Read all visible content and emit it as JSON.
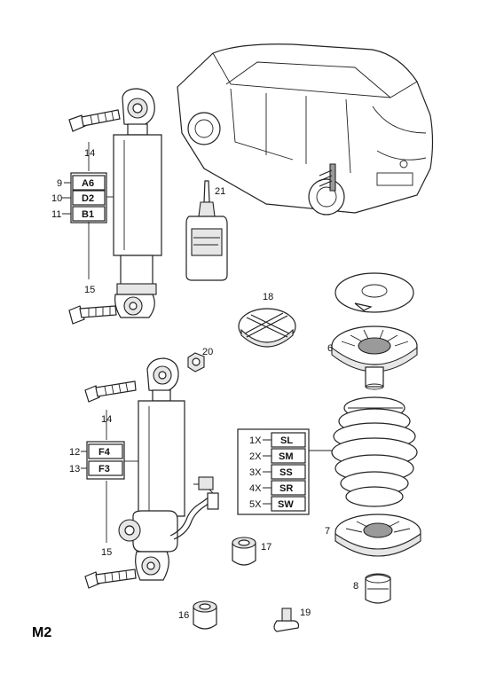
{
  "page_code": "M2",
  "callouts": {
    "n21": "21",
    "n14a": "14",
    "n9": "9",
    "n10": "10",
    "n11": "11",
    "n15a": "15",
    "n18": "18",
    "n20": "20",
    "n6": "6",
    "n14b": "14",
    "n12": "12",
    "n13": "13",
    "n1x": "1X",
    "n2x": "2X",
    "n3x": "3X",
    "n4x": "4X",
    "n5x": "5X",
    "n7": "7",
    "n17": "17",
    "n15b": "15",
    "n8": "8",
    "n16": "16",
    "n19": "19"
  },
  "codes": {
    "A6": "A6",
    "D2": "D2",
    "B1": "B1",
    "F4": "F4",
    "F3": "F3",
    "SL": "SL",
    "SM": "SM",
    "SS": "SS",
    "SR": "SR",
    "SW": "SW"
  }
}
